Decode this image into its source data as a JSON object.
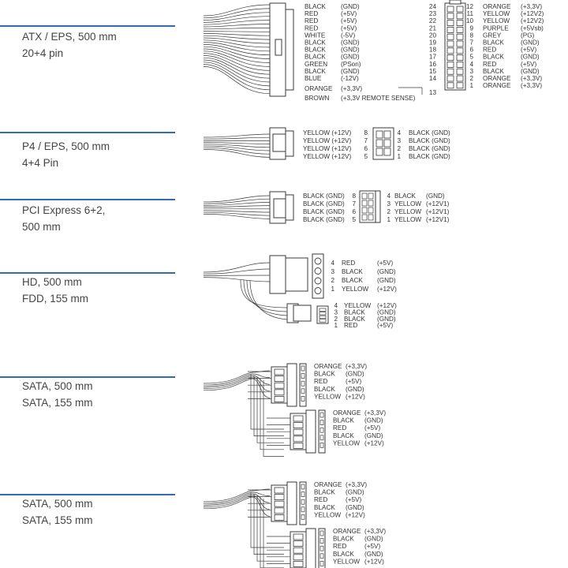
{
  "sections": [
    {
      "line1": "ATX / EPS, 500 mm",
      "line2": "20+4 pin"
    },
    {
      "line1": "P4 / EPS, 500 mm",
      "line2": "4+4 Pin"
    },
    {
      "line1": "PCI Express 6+2,",
      "line2": "500 mm"
    },
    {
      "line1": "HD, 500 mm",
      "line2": "FDD, 155 mm"
    },
    {
      "line1": "SATA, 500 mm",
      "line2": "SATA, 155 mm"
    },
    {
      "line1": "SATA, 500 mm",
      "line2": "SATA, 155 mm"
    }
  ],
  "atx": {
    "left_colors": [
      "BLACK",
      "RED",
      "RED",
      "RED",
      "WHITE",
      "BLACK",
      "BLACK",
      "BLACK",
      "GREEN",
      "BLACK",
      "BLUE",
      "ORANGE",
      "BROWN"
    ],
    "left_volts": [
      "(GND)",
      "(+5V)",
      "(+5V)",
      "(+5V)",
      "(-5V)",
      "(GND)",
      "(GND)",
      "(GND)",
      "(PSon)",
      "(GND)",
      "(-12V)",
      "(+3,3V)",
      "(+3,3V REMOTE SENSE)"
    ],
    "left_nums": [
      "24",
      "23",
      "22",
      "21",
      "20",
      "19",
      "18",
      "17",
      "16",
      "15",
      "14",
      "13"
    ],
    "right_nums": [
      "12",
      "11",
      "10",
      "9",
      "8",
      "7",
      "6",
      "5",
      "4",
      "3",
      "2",
      "1"
    ],
    "right_colors": [
      "ORANGE",
      "YELLOW",
      "YELLOW",
      "PURPLE",
      "GREY",
      "BLACK",
      "RED",
      "BLACK",
      "RED",
      "BLACK",
      "ORANGE",
      "ORANGE"
    ],
    "right_volts": [
      "(+3,3V)",
      "(+12V2)",
      "(+12V2)",
      "(+5Vsb)",
      "(PG)",
      "(GND)",
      "(+5V)",
      "(GND)",
      "(+5V)",
      "(GND)",
      "(+3,3V)",
      "(+3,3V)"
    ]
  },
  "p4": {
    "left": [
      "YELLOW (+12V)",
      "YELLOW (+12V)",
      "YELLOW (+12V)",
      "YELLOW (+12V)"
    ],
    "left_nums": [
      "8",
      "7",
      "6",
      "5"
    ],
    "right_nums": [
      "4",
      "3",
      "2",
      "1"
    ],
    "right": [
      "BLACK (GND)",
      "BLACK (GND)",
      "BLACK (GND)",
      "BLACK (GND)"
    ]
  },
  "pcie": {
    "left": [
      "BLACK (GND)",
      "BLACK (GND)",
      "BLACK (GND)",
      "BLACK (GND)"
    ],
    "left_nums": [
      "8",
      "7",
      "6",
      "5"
    ],
    "right_nums": [
      "4",
      "3",
      "2",
      "1"
    ],
    "right_colors": [
      "BLACK",
      "YELLOW",
      "YELLOW",
      "YELLOW"
    ],
    "right_volts": [
      "(GND)",
      "(+12V1)",
      "(+12V1)",
      "(+12V1)"
    ]
  },
  "hd": {
    "nums": [
      "4",
      "3",
      "2",
      "1"
    ],
    "colors": [
      "RED",
      "BLACK",
      "BLACK",
      "YELLOW"
    ],
    "volts": [
      "(+5V)",
      "(GND)",
      "(GND)",
      "(+12V)"
    ]
  },
  "fdd": {
    "nums": [
      "4",
      "3",
      "2",
      "1"
    ],
    "colors": [
      "YELLOW",
      "BLACK",
      "BLACK",
      "RED"
    ],
    "volts": [
      "(+12V)",
      "(GND)",
      "(GND)",
      "(+5V)"
    ]
  },
  "sata": {
    "colors": [
      "ORANGE",
      "BLACK",
      "RED",
      "BLACK",
      "YELLOW"
    ],
    "volts": [
      "(+3,3V)",
      "(GND)",
      "(+5V)",
      "(GND)",
      "(+12V)"
    ]
  }
}
